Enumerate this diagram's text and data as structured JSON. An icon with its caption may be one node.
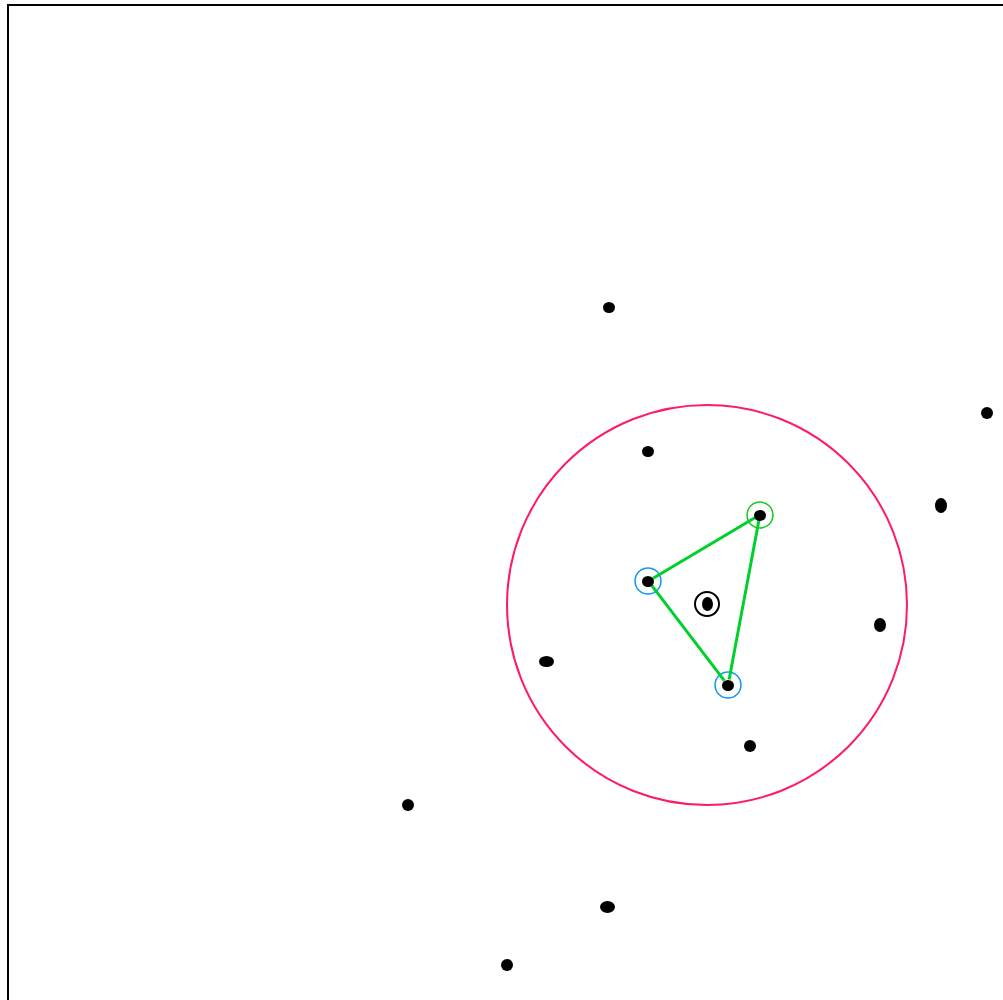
{
  "diagram": {
    "nodes": [
      {
        "text": [],
        "shape": "circle"
      },
      {
        "text": [],
        "shape": "circle"
      },
      {
        "text": [],
        "shape": "circle"
      },
      {
        "text": [],
        "shape": "circle"
      },
      {
        "text": [],
        "shape": "circle"
      },
      {
        "text": [],
        "shape": "circle"
      },
      {
        "text": [],
        "shape": "circle"
      },
      {
        "text": [],
        "shape": "circle"
      },
      {
        "text": [],
        "shape": "circle"
      },
      {
        "text": [],
        "shape": "circle"
      },
      {
        "text": [],
        "shape": "circle"
      },
      {
        "text": [],
        "shape": "circle"
      },
      {
        "text": [],
        "shape": "circle"
      },
      {
        "text": [],
        "shape": "circle"
      }
    ],
    "edges": [
      {
        "from": 5,
        "to": 4,
        "arrow": "none"
      },
      {
        "from": 4,
        "to": 9,
        "arrow": "none"
      },
      {
        "from": 5,
        "to": 9,
        "arrow": "none"
      }
    ]
  }
}
